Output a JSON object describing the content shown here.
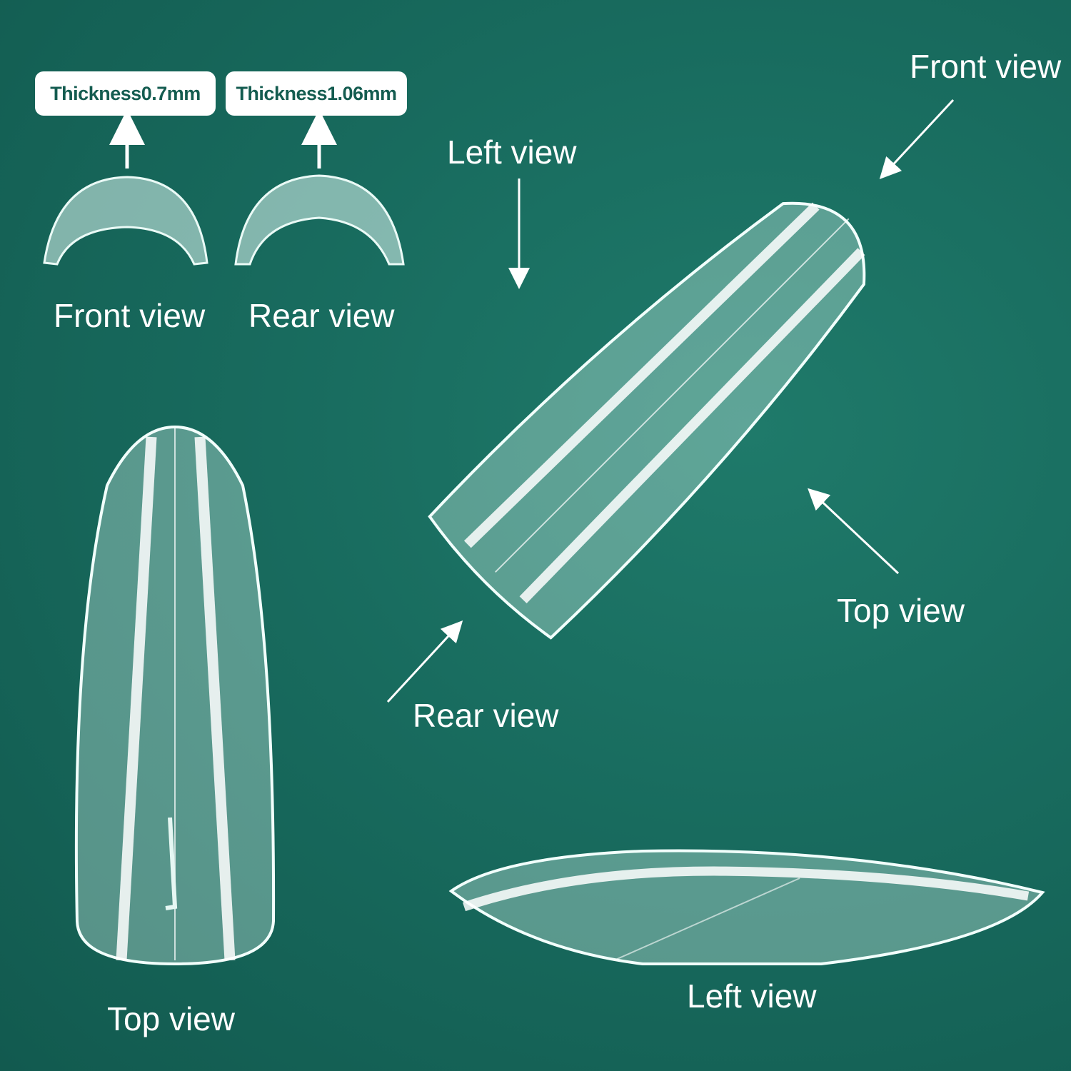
{
  "colors": {
    "background": "#17665a",
    "label_text": "#ffffff",
    "pill_text": "#145c50",
    "pill_bg": "#ffffff"
  },
  "thickness": {
    "front": "Thickness0.7mm",
    "rear": "Thickness1.06mm"
  },
  "cross_section": {
    "front_label": "Front view",
    "rear_label": "Rear view"
  },
  "diagonal_nail": {
    "left_label": "Left view",
    "front_label": "Front view",
    "top_label": "Top view",
    "rear_label": "Rear view"
  },
  "vertical_nail": {
    "label": "Top view"
  },
  "side_nail": {
    "label": "Left view"
  }
}
